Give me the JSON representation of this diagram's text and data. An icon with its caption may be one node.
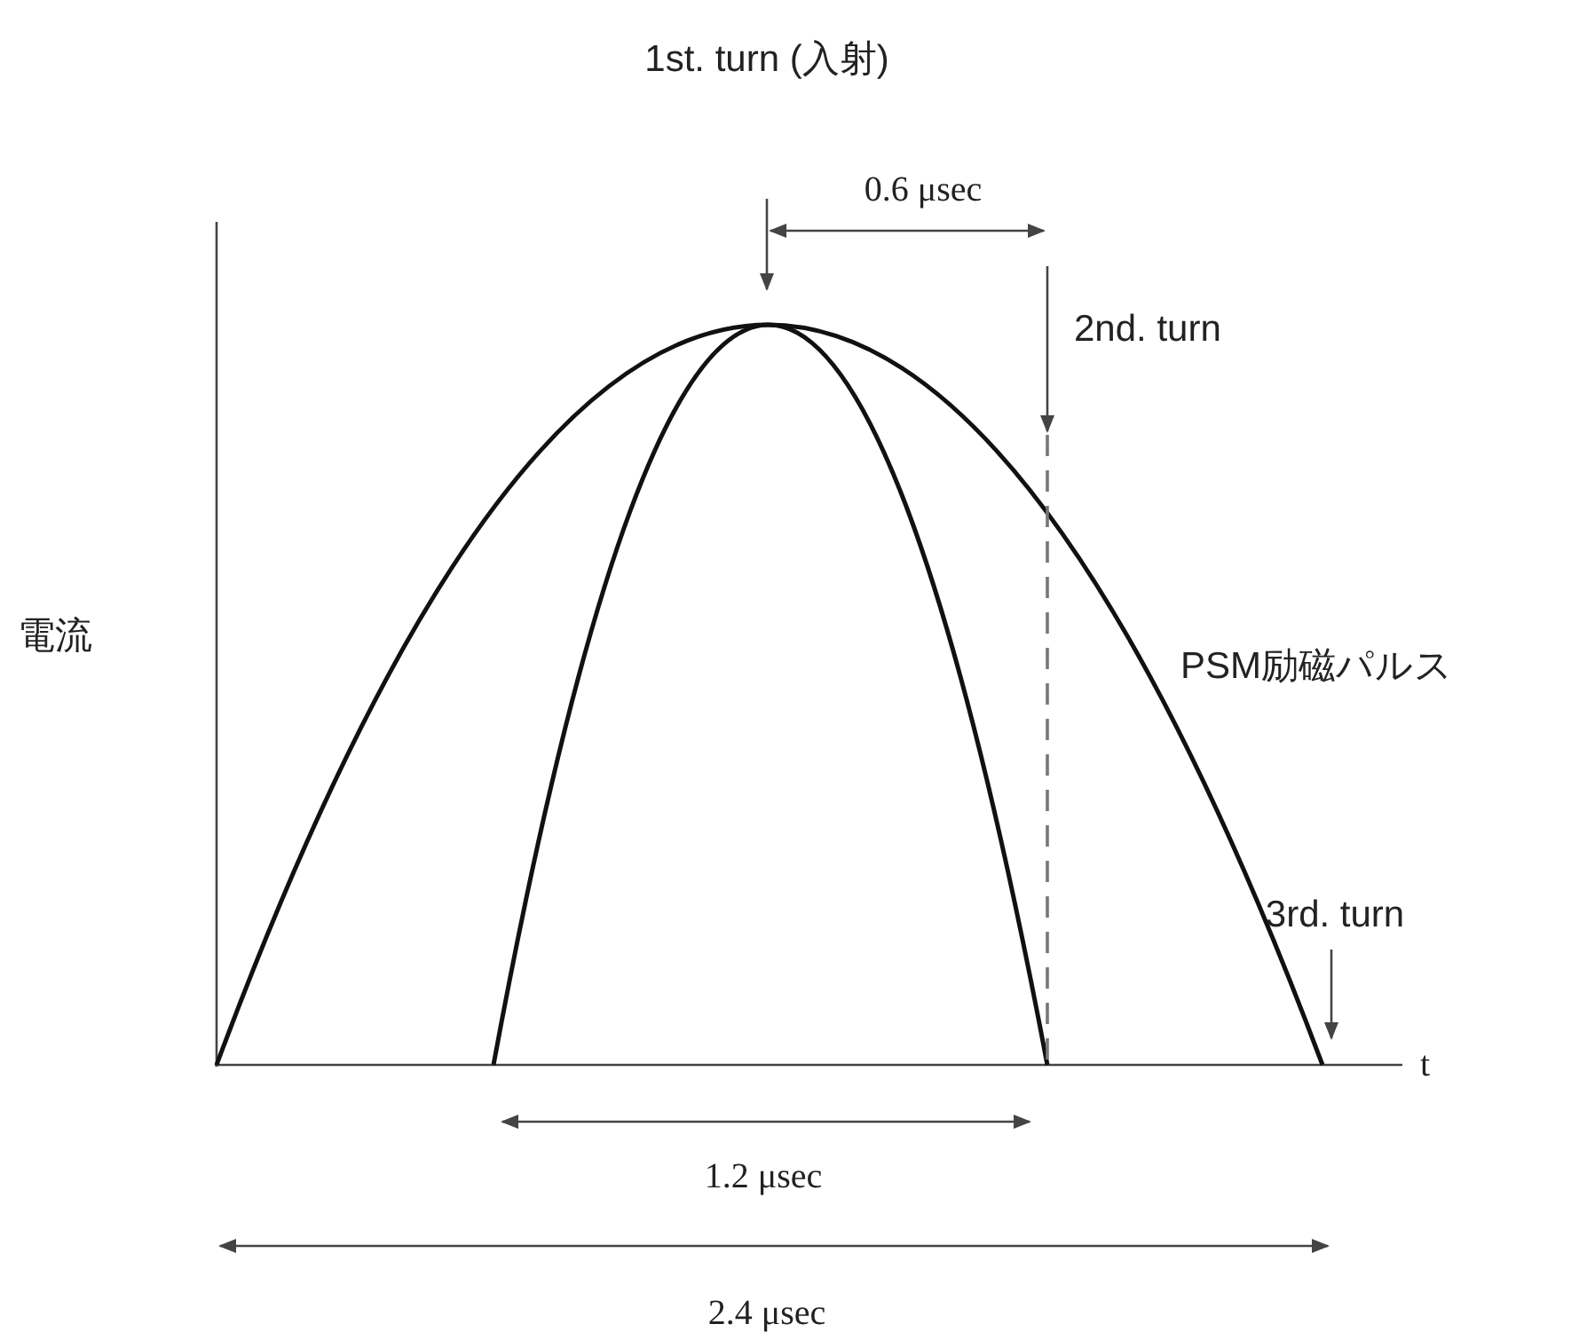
{
  "diagram": {
    "labels": [
      "1st. turn (入射)",
      "0.6 μsec",
      "2nd. turn",
      "電流",
      "PSM励磁パルス",
      "3rd. turn",
      "t",
      "1.2 μsec",
      "2.4 μsec"
    ]
  }
}
